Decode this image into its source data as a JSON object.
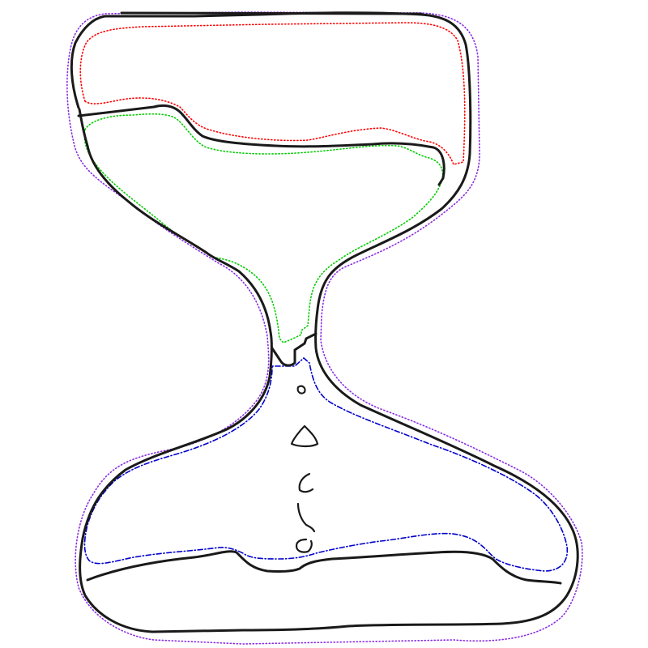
{
  "drawing": {
    "colors": {
      "ink": "#1a1a1a",
      "outer_boundary": "#8a2be2",
      "top_region": "#ff0000",
      "upper_sand": "#00cc00",
      "lower_region": "#0000cc"
    },
    "regions": [
      {
        "name": "outer-boundary",
        "style": "dotted",
        "color_key": "outer_boundary"
      },
      {
        "name": "top-region",
        "style": "dotted",
        "color_key": "top_region"
      },
      {
        "name": "upper-sand-region",
        "style": "dotted",
        "color_key": "upper_sand"
      },
      {
        "name": "lower-region",
        "style": "dash-dot",
        "color_key": "lower_region"
      }
    ],
    "falling_grains": 5
  }
}
